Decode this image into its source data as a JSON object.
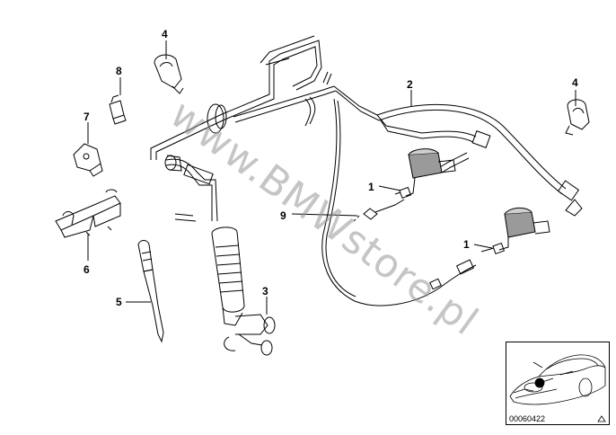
{
  "callouts": {
    "c1a": "1",
    "c1b": "1",
    "c2": "2",
    "c3": "3",
    "c4a": "4",
    "c4b": "4",
    "c5": "5",
    "c6": "6",
    "c7": "7",
    "c8": "8",
    "c9": "9"
  },
  "watermark": "www.BMWstore.pl",
  "inset": {
    "ref_number": "00060422"
  },
  "colors": {
    "line": "#000000",
    "nozzle_fill": "#9a9a9a",
    "watermark": "#969696"
  }
}
